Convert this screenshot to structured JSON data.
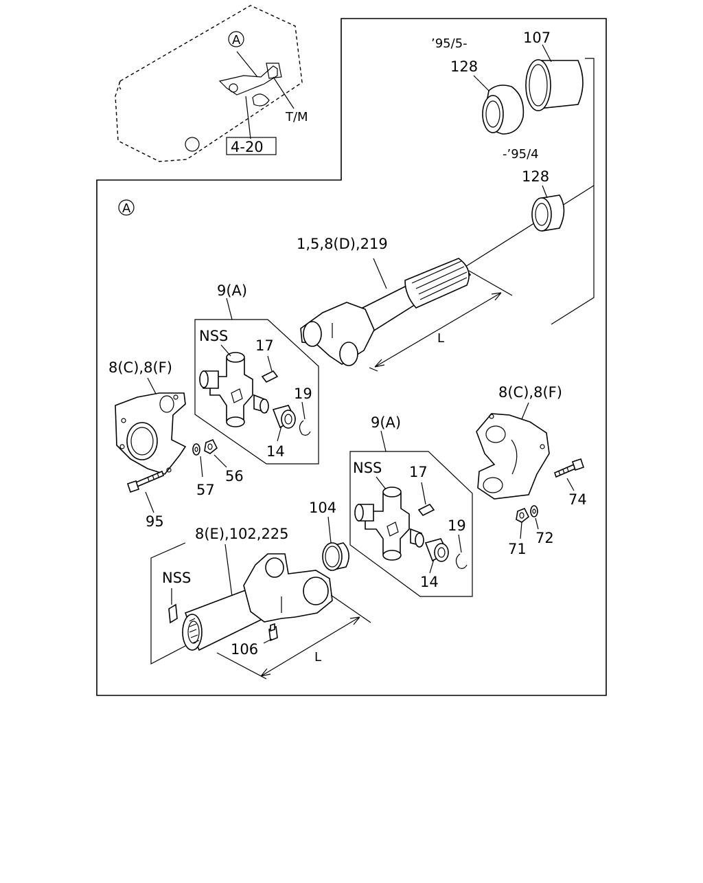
{
  "inset": {
    "callout": "A",
    "transmission_label": "T/M",
    "figure_ref": "4-20"
  },
  "main": {
    "callout": "A",
    "labels": {
      "p107": "107",
      "date_new": "’95/5-",
      "p128_new": "128",
      "date_old": "-’95/4",
      "p128_old": "128",
      "shaft_front": "1,5,8(D),219",
      "length_top": "L",
      "kit_top": "9(A)",
      "nss_top": "NSS",
      "p17_top": "17",
      "p19_top": "19",
      "p14_top": "14",
      "flange_left": "8(C),8(F)",
      "p56": "56",
      "p57": "57",
      "p95": "95",
      "kit_bottom": "9(A)",
      "nss_bottom": "NSS",
      "p17_bottom": "17",
      "p19_bottom": "19",
      "p14_bottom": "14",
      "flange_right": "8(C),8(F)",
      "p74": "74",
      "p72": "72",
      "p71": "71",
      "p104": "104",
      "shaft_rear": "8(E),102,225",
      "nss_rear": "NSS",
      "p106": "106",
      "length_bottom": "L"
    }
  }
}
